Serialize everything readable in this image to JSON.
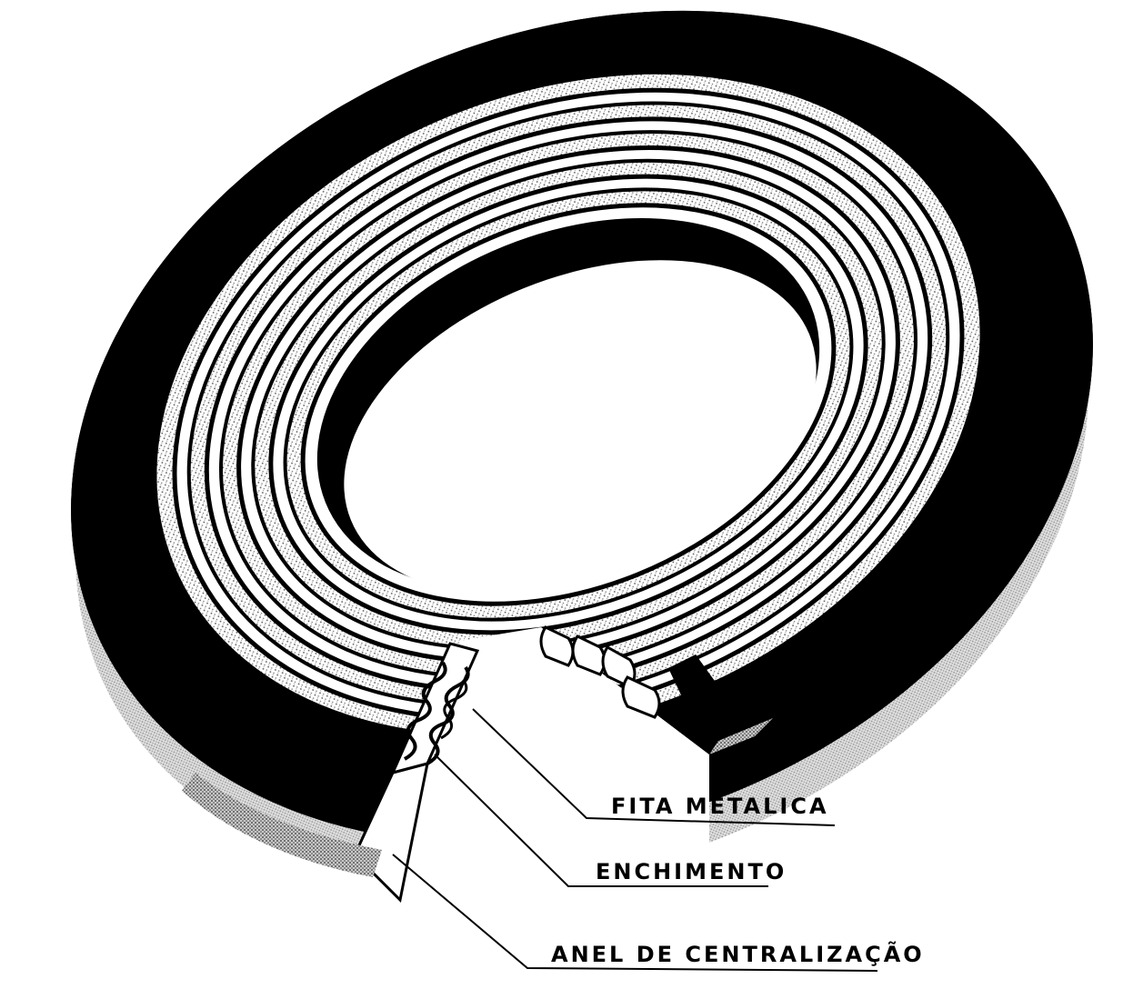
{
  "diagram": {
    "subject-icon": "spiral-wound-gasket-illustration",
    "colors": {
      "ink": "#000000",
      "paper": "#ffffff",
      "stipple": "#8a8a8a"
    },
    "callouts": {
      "metal_strip": "FITA METALICA",
      "filler": "ENCHIMENTO",
      "centering_ring": "ANEL DE CENTRALIZAÇÃO"
    }
  }
}
